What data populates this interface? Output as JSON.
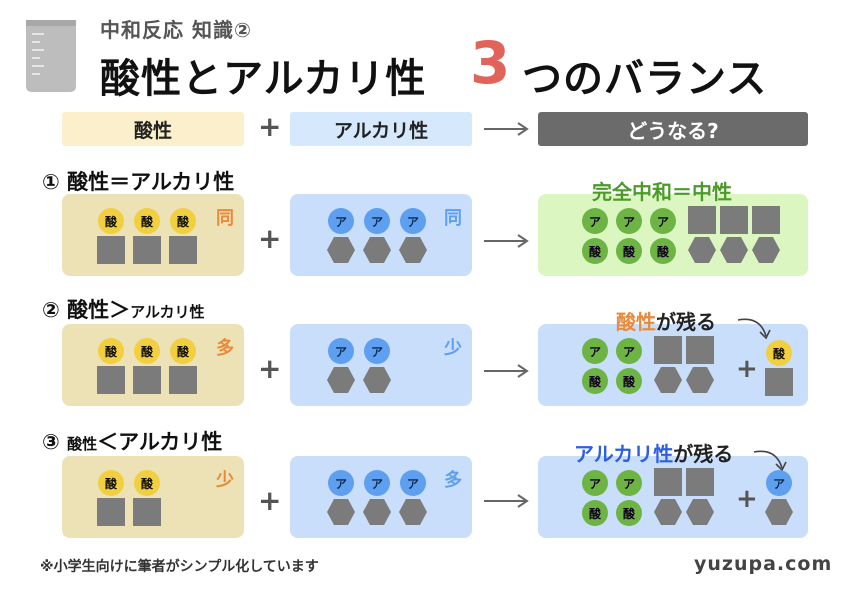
{
  "header": {
    "subtitle": "中和反応 知識②",
    "title_part1": "酸性とアルカリ性",
    "title_number": "3",
    "title_part2": "つのバランス"
  },
  "legend": {
    "acid": "酸性",
    "plus": "+",
    "alkali": "アルカリ性",
    "result": "どうなる?"
  },
  "particles": {
    "acid": "酸",
    "alkali": "ア"
  },
  "cases": [
    {
      "heading_num": "①",
      "heading": "酸性＝アルカリ性",
      "acid_tag": "同",
      "alkali_tag": "同",
      "acid_count": 3,
      "alkali_count": 3,
      "result_label": "完全中和＝中性"
    },
    {
      "heading_num": "②",
      "heading_big": "酸性＞",
      "heading_small": "アルカリ性",
      "acid_tag": "多",
      "alkali_tag": "少",
      "acid_count": 3,
      "alkali_count": 2,
      "result_highlight": "酸性",
      "result_rest": "が残る"
    },
    {
      "heading_num": "③",
      "heading_small": "酸性",
      "heading_big": "＜アルカリ性",
      "acid_tag": "少",
      "alkali_tag": "多",
      "acid_count": 2,
      "alkali_count": 3,
      "result_highlight": "アルカリ性",
      "result_rest": "が残る"
    }
  ],
  "footnote": "※小学生向けに筆者がシンプル化しています",
  "site": "yuzupa.com",
  "colors": {
    "acid_yellow": "#f1cf3f",
    "alkali_blue": "#5e9ff0",
    "neutral_green": "#6db444",
    "accent_red": "#e0645a",
    "accent_orange": "#e9893a"
  }
}
